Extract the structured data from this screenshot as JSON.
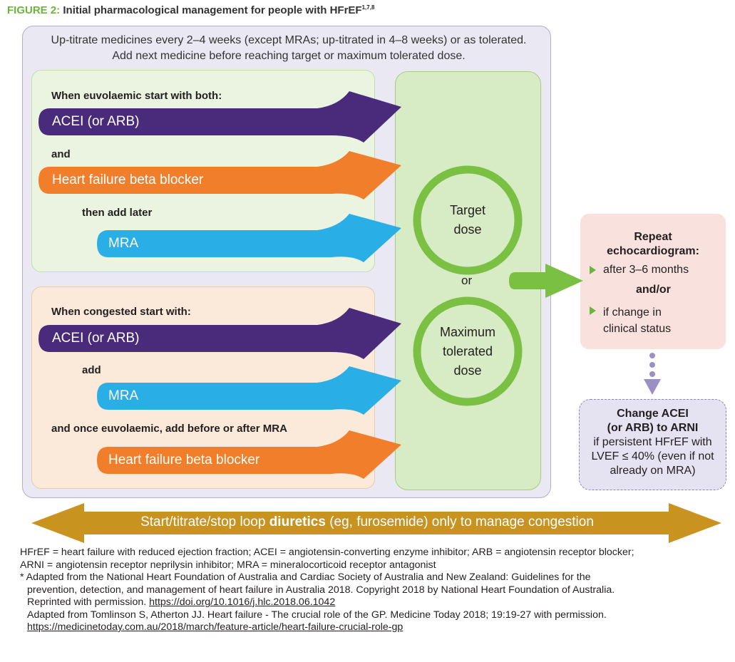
{
  "title": {
    "label": "FIGURE 2:",
    "text": "Initial pharmacological management for people with HFrEF",
    "superscript": "1,7,8"
  },
  "intro_text": "Up-titrate medicines every 2–4 weeks (except MRAs; up-titrated in 4–8 weeks) or as tolerated. Add next medicine before reaching target or maximum tolerated dose.",
  "euvolaemic": {
    "heading": "When euvolaemic start with both:",
    "connector_and": "and",
    "connector_later": "then add later",
    "arrows": [
      {
        "label": "ACEI (or ARB)",
        "color": "#4a2a7a"
      },
      {
        "label": "Heart failure beta blocker",
        "color": "#f07e2a"
      },
      {
        "label": "MRA",
        "color": "#29aee6"
      }
    ]
  },
  "congested": {
    "heading": "When congested start with:",
    "connector_add": "add",
    "connector_once": "and once euvolaemic, add before or after MRA",
    "arrows": [
      {
        "label": "ACEI (or ARB)",
        "color": "#4a2a7a"
      },
      {
        "label": "MRA",
        "color": "#29aee6"
      },
      {
        "label": "Heart failure beta blocker",
        "color": "#f07e2a"
      }
    ]
  },
  "target_panel": {
    "target_dose": [
      "Target",
      "dose"
    ],
    "or_text": "or",
    "max_dose": [
      "Maximum",
      "tolerated",
      "dose"
    ]
  },
  "repeat_box": {
    "title_line1": "Repeat",
    "title_line2": "echocardiogram:",
    "item1": "after 3–6 months",
    "and_or": "and/or",
    "item2_line1": "if change in",
    "item2_line2": "clinical status"
  },
  "change_box": {
    "title_line1": "Change ACEI",
    "title_line2": "(or ARB) to ARNI",
    "body_line1": "if persistent HFrEF with",
    "body_line2": "LVEF ≤ 40% (even if not",
    "body_line3": "already on MRA)"
  },
  "diuretics": {
    "prefix": "Start/titrate/stop loop",
    "bold": "diuretics",
    "suffix": "(eg, furosemide) only to manage congestion"
  },
  "footnotes": {
    "abbrev1": "HFrEF = heart failure with reduced ejection fraction; ACEI = angiotensin-converting enzyme inhibitor; ARB = angiotensin receptor blocker;",
    "abbrev2": "ARNI = angiotensin receptor neprilysin inhibitor; MRA = mineralocorticoid receptor antagonist",
    "source1": "* Adapted from the National Heart Foundation of Australia and Cardiac Society of Australia and New Zealand: Guidelines for the",
    "source2": "prevention, detection, and management of heart failure in Australia 2018. Copyright 2018 by National Heart Foundation of Australia.",
    "source3_prefix": "Reprinted with permission.",
    "doi_link": "https://doi.org/10.1016/j.hlc.2018.06.1042",
    "source4": "Adapted from Tomlinson S, Atherton JJ. Heart failure - The crucial role of the GP. Medicine Today 2018; 19:19-27 with permission.",
    "mt_link": "https://medicinetoday.com.au/2018/march/feature-article/heart-failure-crucial-role-gp"
  },
  "colors": {
    "purple": "#4a2a7a",
    "orange": "#f07e2a",
    "blue": "#29aee6",
    "green": "#7ac143",
    "gold": "#c9931f",
    "lilac_dots": "#9b8fc4"
  }
}
